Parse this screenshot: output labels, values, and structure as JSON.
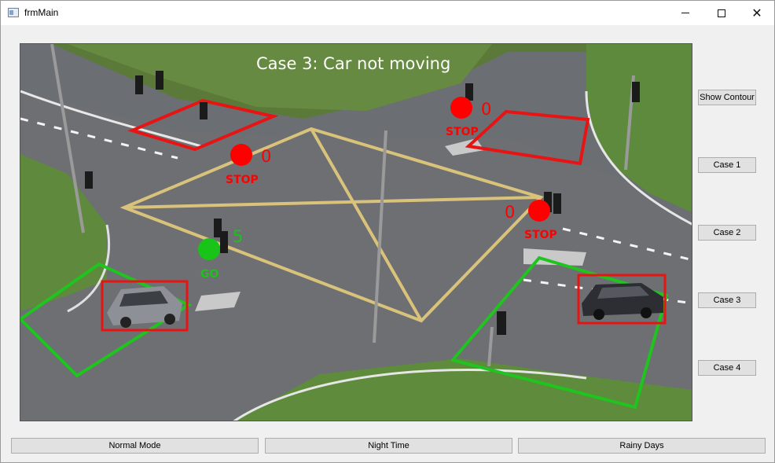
{
  "window": {
    "title": "frmMain",
    "icon": "app-window-icon"
  },
  "title_controls": {
    "minimize": "minimize-icon",
    "maximize": "maximize-icon",
    "close": "close-icon"
  },
  "overlay": {
    "case_label": "Case 3: Car not moving",
    "lights": [
      {
        "name": "light-top-left",
        "state": "STOP",
        "count": "0",
        "color": "#ff0000"
      },
      {
        "name": "light-top-right",
        "state": "STOP",
        "count": "0",
        "color": "#ff0000"
      },
      {
        "name": "light-right",
        "state": "STOP",
        "count": "0",
        "color": "#ff0000"
      },
      {
        "name": "light-left",
        "state": "GO",
        "count": "5",
        "color": "#18c418"
      }
    ]
  },
  "side_buttons": {
    "show_contour": "Show Contour",
    "case1": "Case 1",
    "case2": "Case 2",
    "case3": "Case 3",
    "case4": "Case 4"
  },
  "bottom_buttons": {
    "normal": "Normal Mode",
    "night": "Night Time",
    "rainy": "Rainy Days"
  },
  "colors": {
    "stop": "#ff0000",
    "go": "#18c418",
    "zone_red": "#e81414",
    "zone_green": "#1fc41f",
    "yellow_line": "#d9c27a"
  }
}
